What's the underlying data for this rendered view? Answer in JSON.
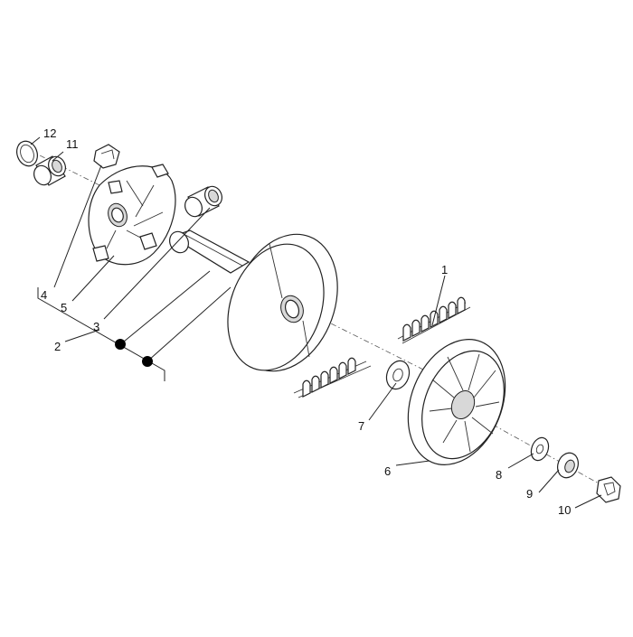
{
  "diagram": {
    "callouts": [
      {
        "id": "c1",
        "label": "1"
      },
      {
        "id": "c2",
        "label": "2"
      },
      {
        "id": "c3",
        "label": "3"
      },
      {
        "id": "c4",
        "label": "4"
      },
      {
        "id": "c5",
        "label": "5"
      },
      {
        "id": "c6",
        "label": "6"
      },
      {
        "id": "c7",
        "label": "7"
      },
      {
        "id": "c8",
        "label": "8"
      },
      {
        "id": "c9",
        "label": "9"
      },
      {
        "id": "c10",
        "label": "10"
      },
      {
        "id": "c11",
        "label": "11"
      },
      {
        "id": "c12",
        "label": "12"
      }
    ],
    "markers": [
      "filled-dot",
      "filled-dot"
    ],
    "line_color": "#222222",
    "background": "#ffffff"
  }
}
